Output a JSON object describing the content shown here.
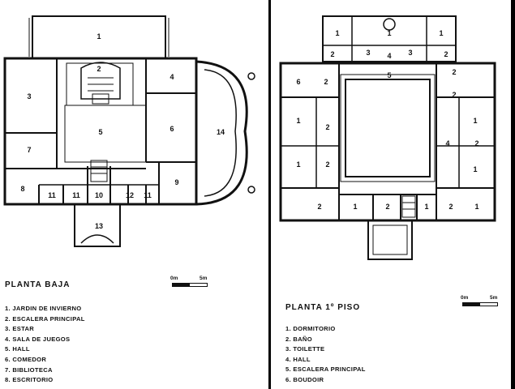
{
  "ground_floor": {
    "title": "PLANTA  BAJA",
    "scale": {
      "start": "0m",
      "end": "5m"
    },
    "rooms": [
      {
        "num": "1",
        "name": "JARDIN DE INVIERNO"
      },
      {
        "num": "2",
        "name": "ESCALERA PRINCIPAL"
      },
      {
        "num": "3",
        "name": "ESTAR"
      },
      {
        "num": "4",
        "name": "SALA DE JUEGOS"
      },
      {
        "num": "5",
        "name": "HALL"
      },
      {
        "num": "6",
        "name": "COMEDOR"
      },
      {
        "num": "7",
        "name": "BIBLIOTECA"
      },
      {
        "num": "8",
        "name": "ESCRITORIO"
      }
    ],
    "plan_labels": [
      "1",
      "2",
      "3",
      "4",
      "5",
      "6",
      "7",
      "8",
      "9",
      "10",
      "11",
      "11",
      "11",
      "12",
      "13",
      "14"
    ]
  },
  "upper_floor": {
    "title": "PLANTA  1º PISO",
    "scale": {
      "start": "0m",
      "end": "5m"
    },
    "rooms": [
      {
        "num": "1",
        "name": "DORMITORIO"
      },
      {
        "num": "2",
        "name": "BAÑO"
      },
      {
        "num": "3",
        "name": "TOILETTE"
      },
      {
        "num": "4",
        "name": "HALL"
      },
      {
        "num": "5",
        "name": "ESCALERA PRINCIPAL"
      },
      {
        "num": "6",
        "name": "BOUDOIR"
      }
    ]
  }
}
